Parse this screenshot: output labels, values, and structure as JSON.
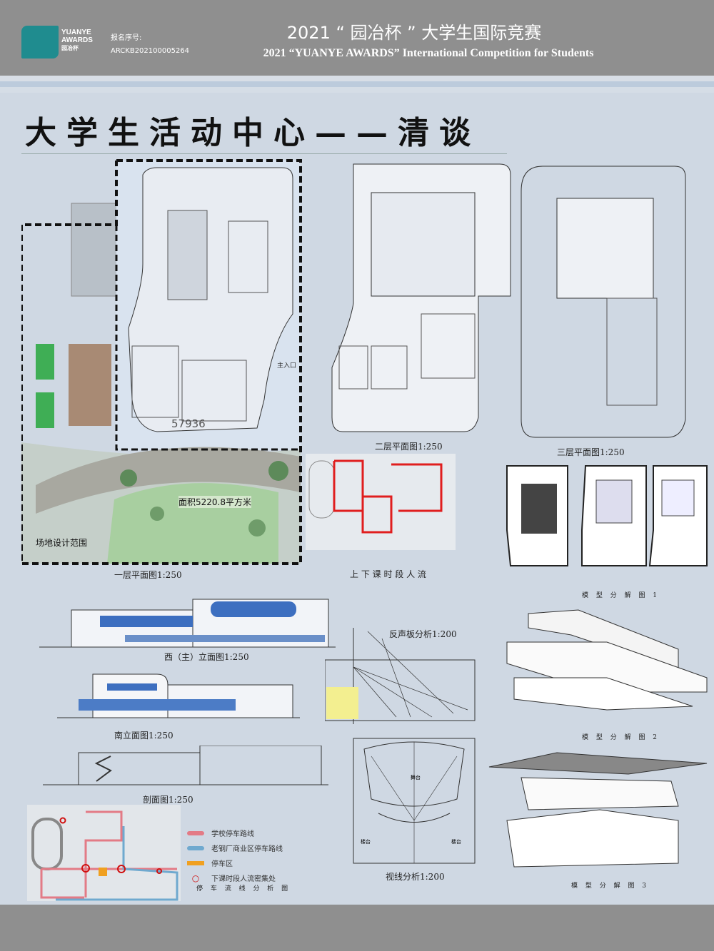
{
  "header": {
    "logo_text": [
      "YUANYE",
      "AWARDS",
      "园冶杯"
    ],
    "reg_label": "报名序号:",
    "reg_number": "ARCKB202100005264",
    "title_cn": "2021 “ 园冶杯 ” 大学生国际竞赛",
    "title_en": "2021 “YUANYE AWARDS” International Competition for  Students"
  },
  "project_title": "大学生活动中心——清谈",
  "site": {
    "label_site": "场地设计范围",
    "area": "面积5220.8平方米",
    "number": "57936",
    "entrance": "主入口"
  },
  "captions": {
    "floor1": "一层平面图1:250",
    "floor2": "二层平面图1:250",
    "floor3": "三层平面图1:250",
    "flow": "上 下 课 时 段 人 流",
    "model1": "模 型 分 解 图 1",
    "model2": "模 型 分 解 图 2",
    "model3": "模 型 分 解 图 3",
    "west_elev": "西（主）立面图1:250",
    "south_elev": "南立面图1:250",
    "section": "剖面图1:250",
    "reflector": "反声板分析1:200",
    "sight": "视线分析1:200",
    "parking": "停 车 流 线 分 析 图"
  },
  "parking_legend": [
    {
      "label": "学校停车路线",
      "color": "#e37b86",
      "kind": "line"
    },
    {
      "label": "老钢厂商业区停车路线",
      "color": "#6fa9cf",
      "kind": "line"
    },
    {
      "label": "停车区",
      "color": "#f0a020",
      "kind": "bar"
    },
    {
      "label": "下课时段人流密集处",
      "color": "#d01010",
      "kind": "circle"
    }
  ],
  "sight_labels": [
    "舞台",
    "楼台",
    "楼台"
  ],
  "colors": {
    "header": "#8f8f8f",
    "background": "#cfd8e3",
    "logo": "#1f8c8f"
  }
}
